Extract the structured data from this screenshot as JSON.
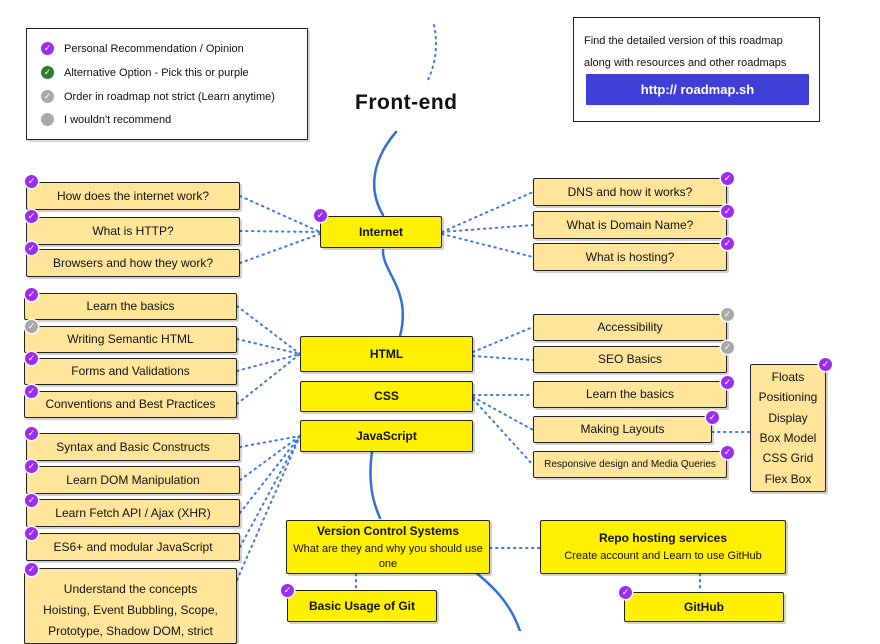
{
  "title": "Front-end",
  "legend": [
    {
      "icon": "purple-check-icon",
      "text": "Personal Recommendation / Opinion"
    },
    {
      "icon": "green-check-icon",
      "text": "Alternative Option - Pick this or purple"
    },
    {
      "icon": "grey-check-icon",
      "text": "Order in roadmap not strict (Learn anytime)"
    },
    {
      "icon": "grey-dot-icon",
      "text": "I wouldn't recommend"
    }
  ],
  "info": {
    "line1": "Find the detailed version of this roadmap",
    "line2": "along with resources and other roadmaps",
    "link": "http:// roadmap.sh"
  },
  "topics": {
    "internet": "Internet",
    "html": "HTML",
    "css": "CSS",
    "javascript": "JavaScript",
    "vcs_title": "Version Control Systems",
    "vcs_sub": "What are they and why you should use one",
    "repo_title": "Repo hosting services",
    "repo_sub": "Create account and Learn to use GitHub",
    "git": "Basic Usage of Git",
    "github": "GitHub"
  },
  "internet_left": [
    "How does the internet work?",
    "What is HTTP?",
    "Browsers and how they work?"
  ],
  "internet_right": [
    "DNS and how it works?",
    "What is Domain Name?",
    "What is hosting?"
  ],
  "html_left": [
    "Learn the basics",
    "Writing Semantic HTML",
    "Forms and Validations",
    "Conventions and Best Practices"
  ],
  "css_right": [
    "Accessibility",
    "SEO Basics",
    "Learn the basics",
    "Making Layouts",
    "Responsive design and Media Queries"
  ],
  "layouts": [
    "Floats",
    "Positioning",
    "Display",
    "Box Model",
    "CSS Grid",
    "Flex Box"
  ],
  "js_left": [
    "Syntax and Basic Constructs",
    "Learn DOM Manipulation",
    "Learn Fetch API / Ajax (XHR)",
    "ES6+ and modular JavaScript"
  ],
  "js_concepts": [
    "Understand the concepts",
    "Hoisting, Event Bubbling, Scope,",
    "Prototype, Shadow DOM, strict"
  ],
  "colors": {
    "topic": "#ffef00",
    "subtopic": "#ffe599",
    "spine": "#2f6fdf",
    "dots": "#3f7be0",
    "recommend": "#9b2df0",
    "alternative": "#2e7d32",
    "optional": "#a9a9a9"
  }
}
